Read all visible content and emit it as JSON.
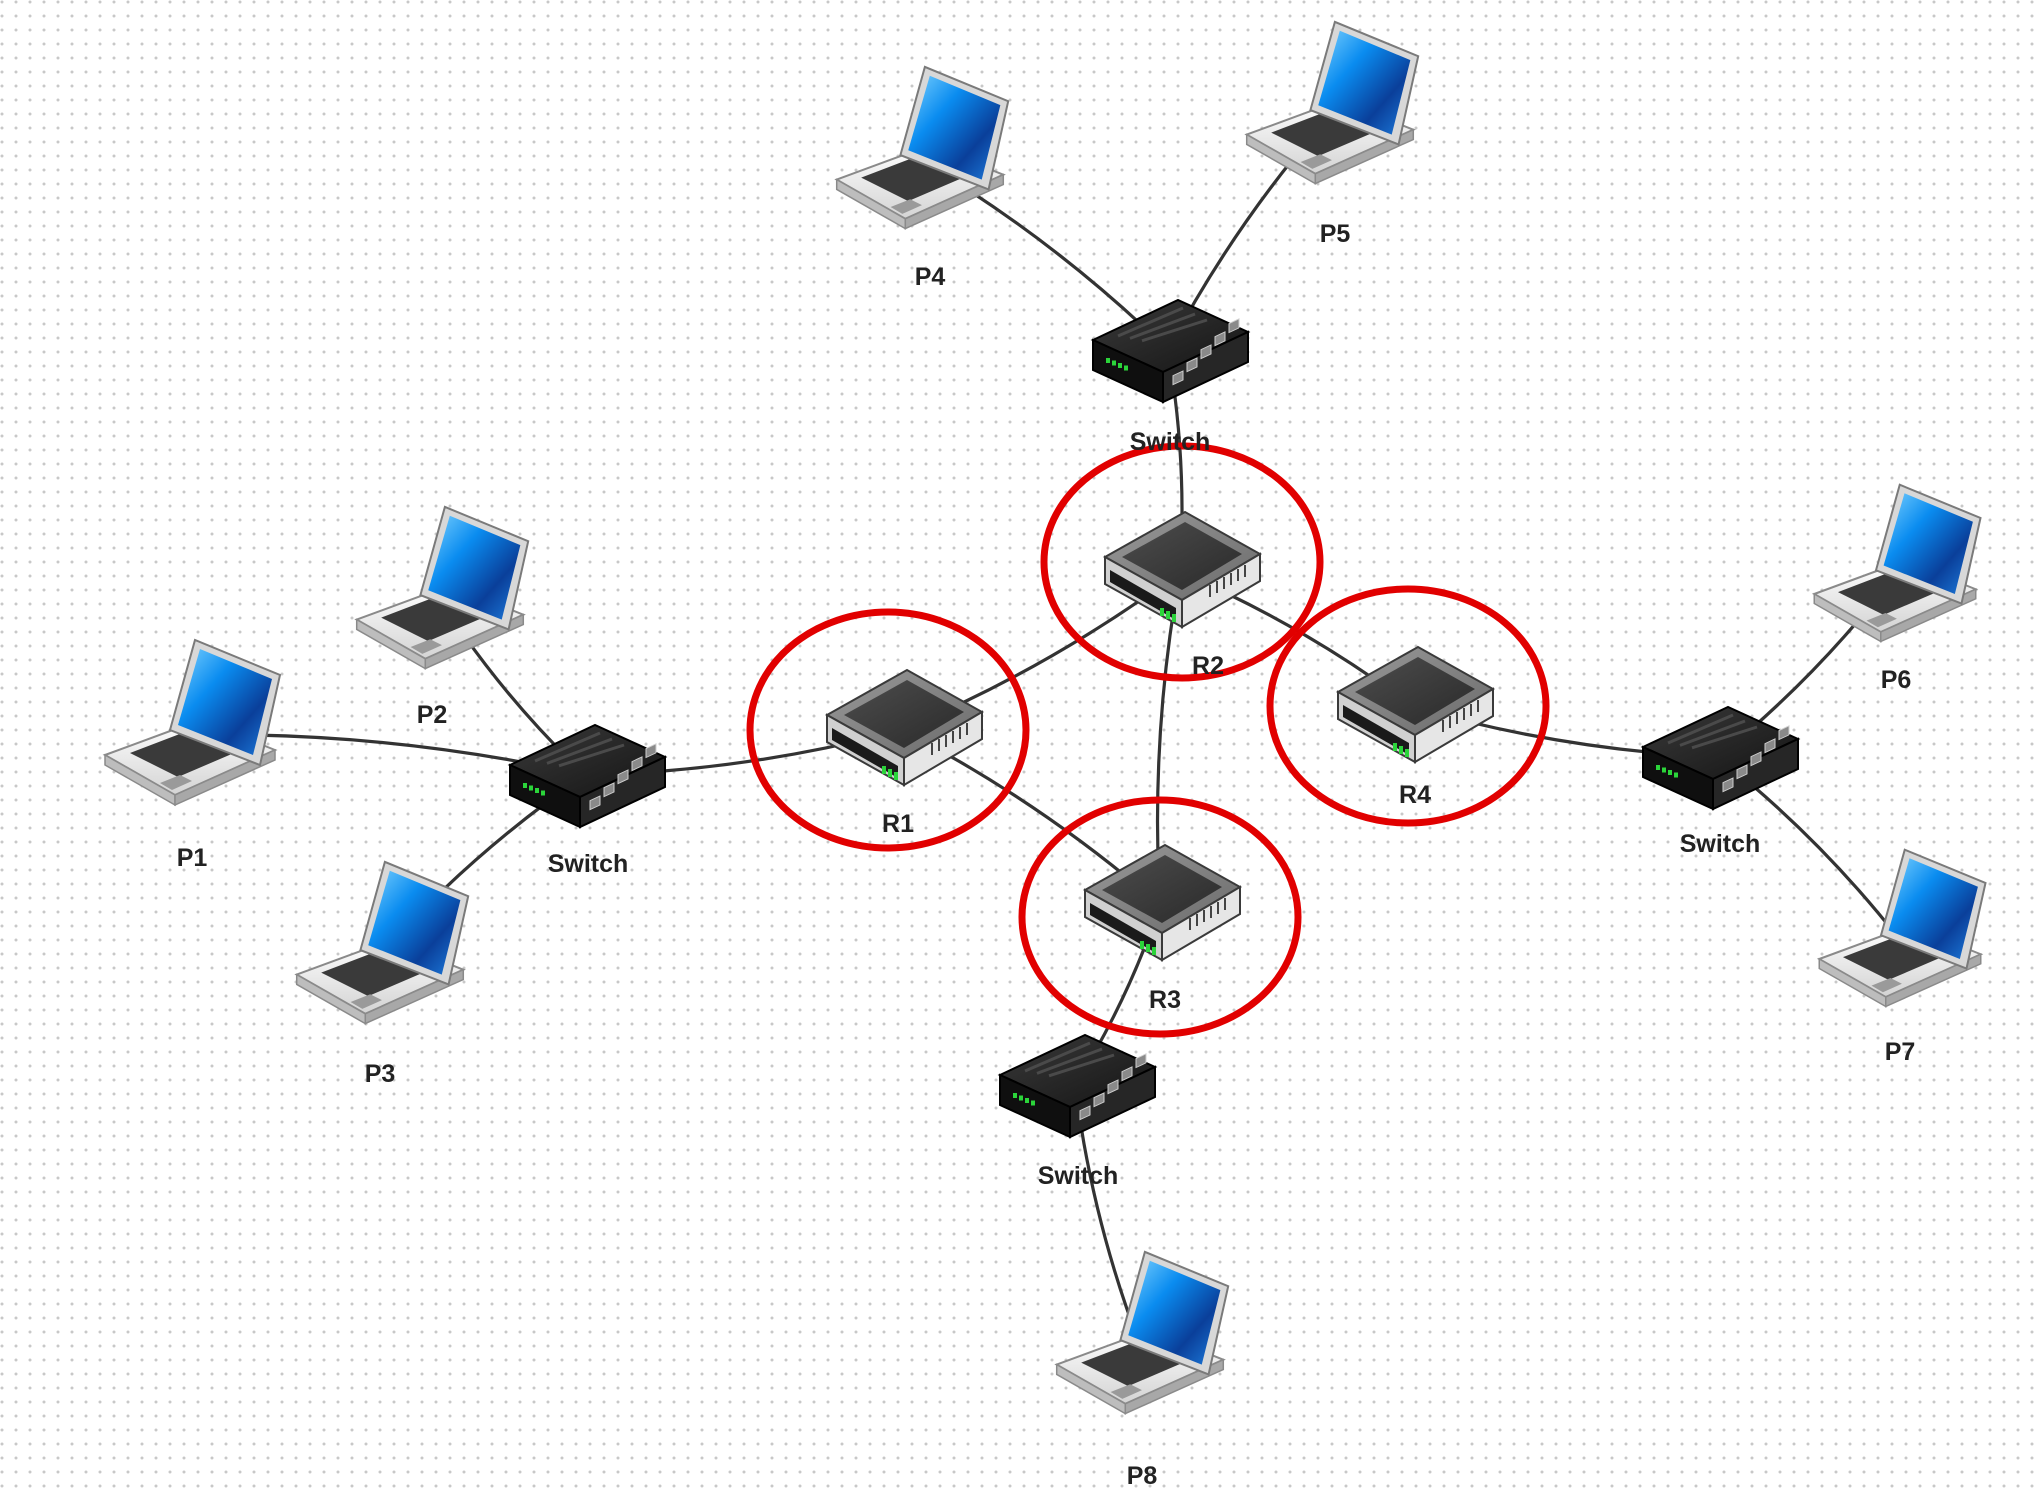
{
  "canvas": {
    "background": "#ffffff",
    "grid_dot_color": "#c8c8c8",
    "grid": true
  },
  "colors": {
    "link": "#333333",
    "highlight": "#e10000",
    "laptop_screen": "#0a5fd6",
    "laptop_body": "#f0f0f0",
    "switch_body": "#1c1c1c",
    "router_body": "#5a5a5a",
    "led": "#2bd43a"
  },
  "nodes": {
    "p1": {
      "label": "P1",
      "type": "laptop"
    },
    "p2": {
      "label": "P2",
      "type": "laptop"
    },
    "p3": {
      "label": "P3",
      "type": "laptop"
    },
    "p4": {
      "label": "P4",
      "type": "laptop"
    },
    "p5": {
      "label": "P5",
      "type": "laptop"
    },
    "p6": {
      "label": "P6",
      "type": "laptop"
    },
    "p7": {
      "label": "P7",
      "type": "laptop"
    },
    "p8": {
      "label": "P8",
      "type": "laptop"
    },
    "switch_left": {
      "label": "Switch",
      "type": "switch"
    },
    "switch_top": {
      "label": "Switch",
      "type": "switch"
    },
    "switch_right": {
      "label": "Switch",
      "type": "switch"
    },
    "switch_bottom": {
      "label": "Switch",
      "type": "switch"
    },
    "r1": {
      "label": "R1",
      "type": "router",
      "highlighted": true
    },
    "r2": {
      "label": "R2",
      "type": "router",
      "highlighted": true
    },
    "r3": {
      "label": "R3",
      "type": "router",
      "highlighted": true
    },
    "r4": {
      "label": "R4",
      "type": "router",
      "highlighted": true
    }
  },
  "links": [
    [
      "p1",
      "switch_left"
    ],
    [
      "p2",
      "switch_left"
    ],
    [
      "p3",
      "switch_left"
    ],
    [
      "switch_left",
      "r1"
    ],
    [
      "p4",
      "switch_top"
    ],
    [
      "p5",
      "switch_top"
    ],
    [
      "switch_top",
      "r2"
    ],
    [
      "r1",
      "r2"
    ],
    [
      "r1",
      "r3"
    ],
    [
      "r2",
      "r3"
    ],
    [
      "r2",
      "r4"
    ],
    [
      "r4",
      "switch_right"
    ],
    [
      "p6",
      "switch_right"
    ],
    [
      "p7",
      "switch_right"
    ],
    [
      "r3",
      "switch_bottom"
    ],
    [
      "switch_bottom",
      "p8"
    ]
  ]
}
